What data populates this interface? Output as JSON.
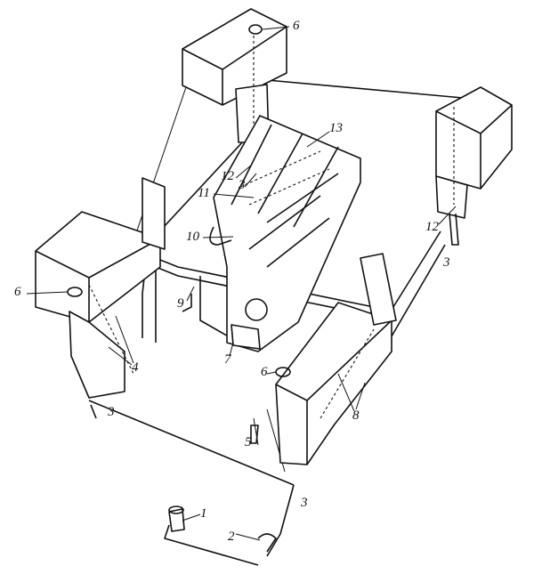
{
  "figure": {
    "title": "Fuel system layout",
    "callouts": [
      {
        "id": "c6a",
        "text": "6"
      },
      {
        "id": "c13",
        "text": "13"
      },
      {
        "id": "c12a",
        "text": "12"
      },
      {
        "id": "c3a",
        "text": "3"
      },
      {
        "id": "c11",
        "text": "11"
      },
      {
        "id": "c10",
        "text": "10"
      },
      {
        "id": "c12b",
        "text": "12"
      },
      {
        "id": "c3b",
        "text": "3"
      },
      {
        "id": "c6b",
        "text": "6"
      },
      {
        "id": "c9",
        "text": "9"
      },
      {
        "id": "c7",
        "text": "7"
      },
      {
        "id": "c4",
        "text": "4"
      },
      {
        "id": "c6c",
        "text": "6"
      },
      {
        "id": "c3c",
        "text": "3"
      },
      {
        "id": "c8",
        "text": "8"
      },
      {
        "id": "c5",
        "text": "5"
      },
      {
        "id": "c3d",
        "text": "3"
      },
      {
        "id": "c1",
        "text": "1"
      },
      {
        "id": "c2",
        "text": "2"
      }
    ]
  }
}
